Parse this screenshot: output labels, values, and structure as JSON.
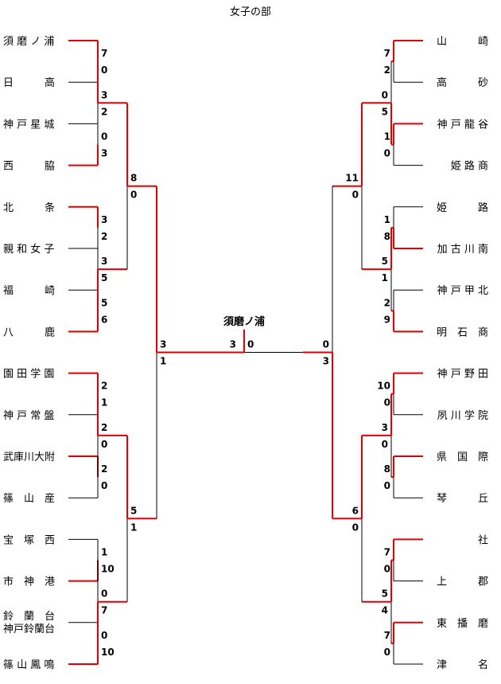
{
  "title": "女子の部",
  "champion": "須磨ノ浦",
  "colors": {
    "winner": "#e00000",
    "loser": "#000000"
  },
  "left": {
    "teams": [
      "須 磨 ノ 浦",
      "日　　　高",
      "神 戸 星 城",
      "西　　　脇",
      "北　　　条",
      "親 和 女 子",
      "福　　　崎",
      "八　　　鹿",
      "園 田 学 園",
      "神 戸 常 盤",
      "武庫川大附",
      "篠　山　産",
      "宝　塚　西",
      "市　神　港",
      "鈴　蘭　台",
      "篠 山 鳳 鳴"
    ],
    "teams_extra": {
      "index": 14,
      "text": "神戸鈴蘭台"
    },
    "r1": [
      [
        "7",
        "0"
      ],
      [
        "0",
        "3"
      ],
      [
        "3",
        "2"
      ],
      [
        "5",
        "6"
      ],
      [
        "2",
        "1"
      ],
      [
        "2",
        "0"
      ],
      [
        "1",
        "10"
      ],
      [
        "0",
        "10"
      ]
    ],
    "r2": [
      [
        "3",
        "2"
      ],
      [
        "3",
        "5"
      ],
      [
        "2",
        "0"
      ],
      [
        "0",
        "7"
      ]
    ],
    "r3": [
      [
        "8",
        "0"
      ],
      [
        "5",
        "1"
      ]
    ],
    "r4": [
      "3",
      "1"
    ]
  },
  "right": {
    "teams": [
      "山　　　崎",
      "高　　　砂",
      "神 戸 龍 谷",
      "姫 路 商",
      "姫　　　路",
      "加 古 川 南",
      "神 戸 甲 北",
      "明　石　商",
      "神 戸 野 田",
      "夙 川 学 院",
      "県　国　際",
      "琴　　　丘",
      "社",
      "上　　　郡",
      "東　播　磨",
      "津　　　名"
    ],
    "r1": [
      [
        "7",
        "2"
      ],
      [
        "1",
        "0"
      ],
      [
        "1",
        "8"
      ],
      [
        "2",
        "9"
      ],
      [
        "10",
        "0"
      ],
      [
        "8",
        "0"
      ],
      [
        "7",
        "0"
      ],
      [
        "7",
        "0"
      ]
    ],
    "r2": [
      [
        "0",
        "5"
      ],
      [
        "5",
        "1"
      ],
      [
        "3",
        "0"
      ],
      [
        "5",
        "4"
      ]
    ],
    "r3": [
      [
        "11",
        "0"
      ],
      [
        "6",
        "0"
      ]
    ],
    "r4": [
      "0",
      "3"
    ]
  },
  "final": {
    "left": "3",
    "right": "0"
  }
}
